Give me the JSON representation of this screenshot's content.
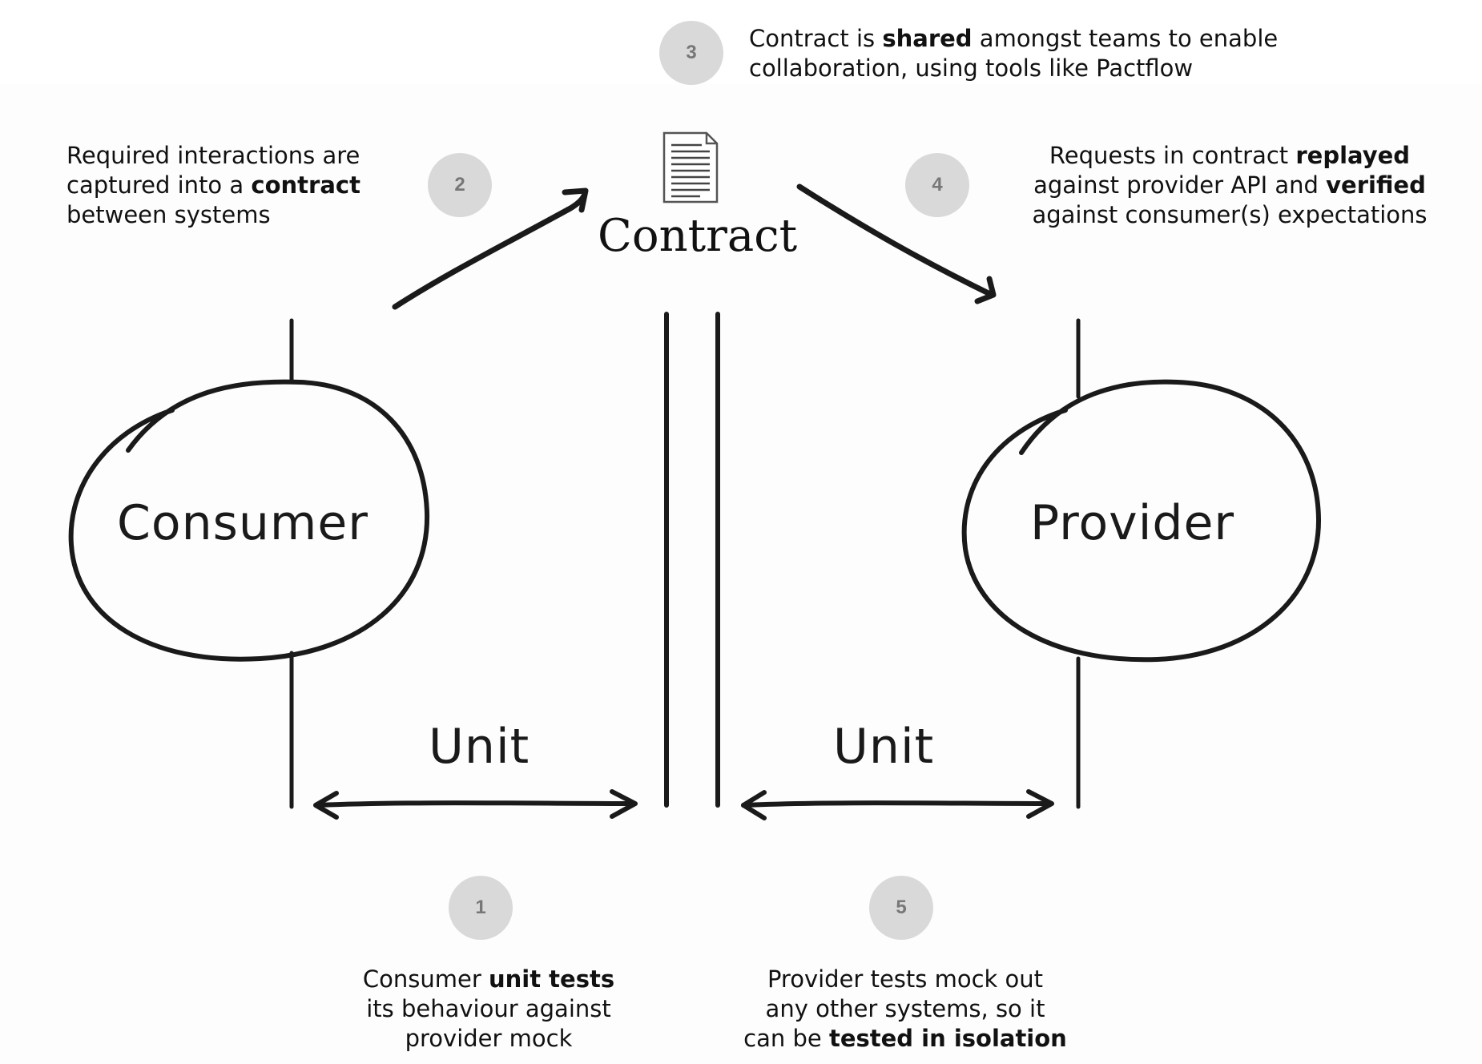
{
  "contract": {
    "title": "Contract",
    "icon": "document-icon"
  },
  "systems": {
    "consumer": "Consumer",
    "provider": "Provider"
  },
  "unit_labels": {
    "left": "Unit",
    "right": "Unit"
  },
  "steps": [
    {
      "number": "1",
      "lines": [
        [
          {
            "t": "Consumer "
          },
          {
            "t": "unit tests",
            "b": true
          }
        ],
        [
          {
            "t": "its behaviour against"
          }
        ],
        [
          {
            "t": "provider mock"
          }
        ]
      ]
    },
    {
      "number": "2",
      "lines": [
        [
          {
            "t": "Required interactions are"
          }
        ],
        [
          {
            "t": "captured into a "
          },
          {
            "t": "contract",
            "b": true
          }
        ],
        [
          {
            "t": "between systems"
          }
        ]
      ]
    },
    {
      "number": "3",
      "lines": [
        [
          {
            "t": "Contract is "
          },
          {
            "t": "shared",
            "b": true
          },
          {
            "t": " amongst teams to enable"
          }
        ],
        [
          {
            "t": "collaboration, using tools like Pactflow"
          }
        ]
      ]
    },
    {
      "number": "4",
      "lines": [
        [
          {
            "t": "Requests in contract "
          },
          {
            "t": "replayed",
            "b": true
          }
        ],
        [
          {
            "t": "against provider API and "
          },
          {
            "t": "verified",
            "b": true
          }
        ],
        [
          {
            "t": "against consumer(s) expectations"
          }
        ]
      ]
    },
    {
      "number": "5",
      "lines": [
        [
          {
            "t": "Provider tests mock out"
          }
        ],
        [
          {
            "t": "any other systems, so it"
          }
        ],
        [
          {
            "t": "can be "
          },
          {
            "t": "tested in isolation",
            "b": true
          }
        ]
      ]
    }
  ],
  "colors": {
    "ink": "#1a1a1a",
    "badge_bg": "#d9d9d9",
    "badge_text": "#777777"
  }
}
